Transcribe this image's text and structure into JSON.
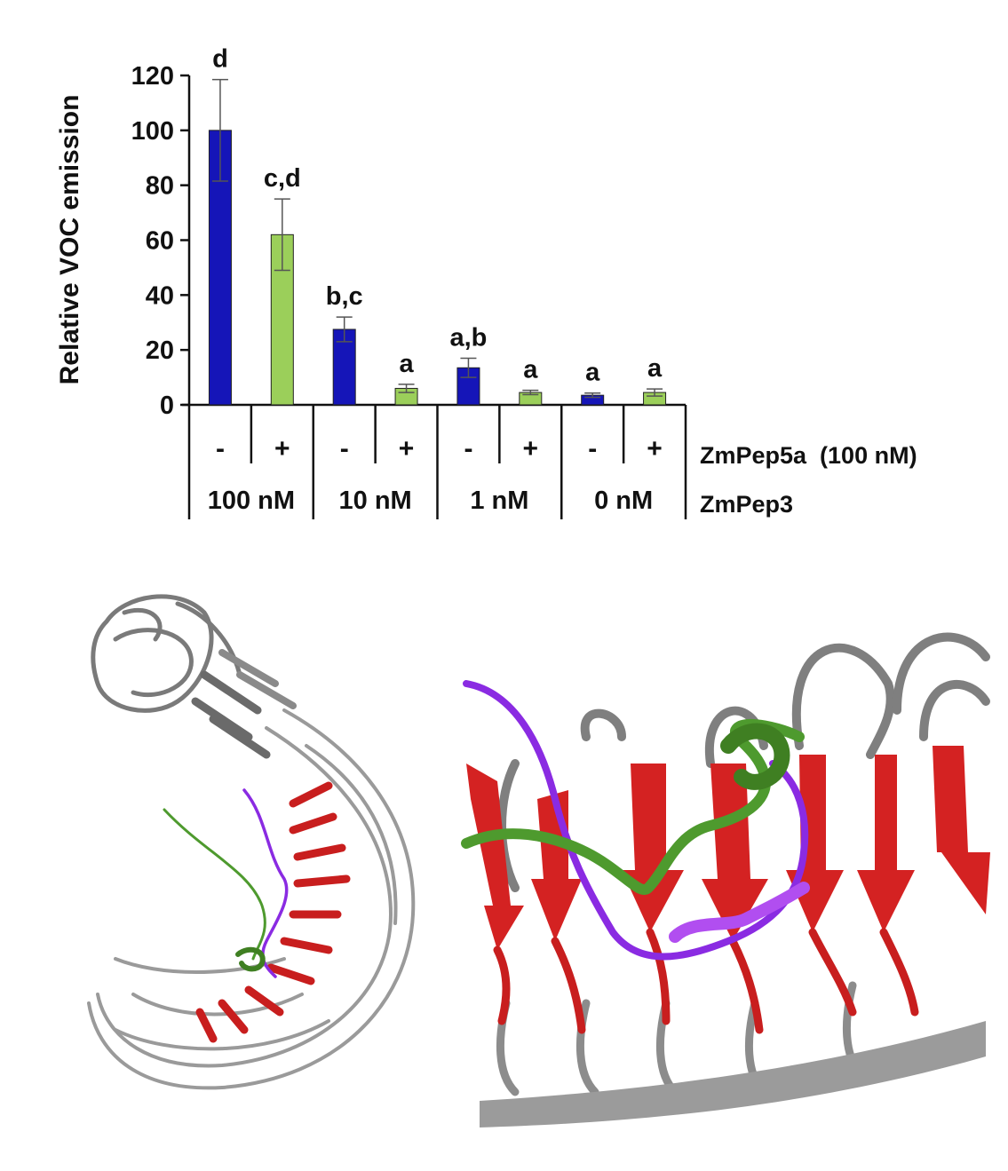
{
  "chart_data": {
    "type": "bar",
    "ylabel": "Relative VOC emission",
    "ylim": [
      0,
      120
    ],
    "yticks": [
      0,
      20,
      40,
      60,
      80,
      100,
      120
    ],
    "grid": false,
    "colors": {
      "minus": "#1515b8",
      "plus": "#9bcf5a",
      "error": "#555555",
      "axis": "#111111"
    },
    "bars": [
      {
        "group": "100 nM",
        "zmpep5a": "-",
        "value": 100,
        "error": 18.5,
        "letter": "d"
      },
      {
        "group": "100 nM",
        "zmpep5a": "+",
        "value": 62,
        "error": 13,
        "letter": "c,d"
      },
      {
        "group": "10 nM",
        "zmpep5a": "-",
        "value": 27.5,
        "error": 4.5,
        "letter": "b,c"
      },
      {
        "group": "10 nM",
        "zmpep5a": "+",
        "value": 6,
        "error": 1.5,
        "letter": "a"
      },
      {
        "group": "1 nM",
        "zmpep5a": "-",
        "value": 13.5,
        "error": 3.5,
        "letter": "a,b"
      },
      {
        "group": "1 nM",
        "zmpep5a": "+",
        "value": 4.5,
        "error": 0.8,
        "letter": "a"
      },
      {
        "group": "0 nM",
        "zmpep5a": "-",
        "value": 3.5,
        "error": 0.8,
        "letter": "a"
      },
      {
        "group": "0 nM",
        "zmpep5a": "+",
        "value": 4.5,
        "error": 1.3,
        "letter": "a"
      }
    ],
    "groups": [
      "100 nM",
      "10 nM",
      "1 nM",
      "0 nM"
    ],
    "row_labels": {
      "zmpep5a": "ZmPep5a  (100 nM)",
      "zmpep3": "ZmPep3"
    }
  },
  "structures": {
    "overview_panel": "protein-overview-structure",
    "closeup_panel": "protein-closeup-structure",
    "colors": {
      "gray": "#8a8a8a",
      "red": "#d42020",
      "purple": "#8a2be2",
      "green": "#4e9a2e"
    }
  }
}
